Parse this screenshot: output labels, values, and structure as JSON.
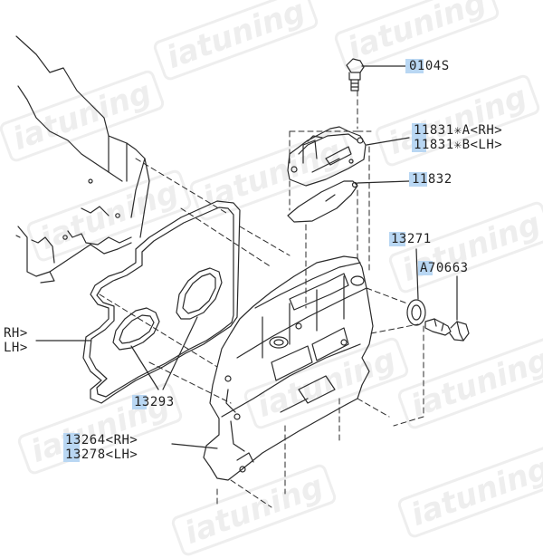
{
  "watermark": {
    "text": "iatuning"
  },
  "colors": {
    "line": "#2a2a2a",
    "highlight": "#b9d7f3",
    "label": "#222222"
  },
  "labels": {
    "bolt": "0104S",
    "cover_rh": "11831✳A<RH>",
    "cover_lh": "11831✳B<LH>",
    "plate": "11832",
    "washer": "13271",
    "fastener": "A70663",
    "cut_rh": "RH>",
    "cut_lh": "LH>",
    "seal": "13293",
    "valve_cover_rh": "13264<RH>",
    "valve_cover_lh": "13278<LH>"
  }
}
